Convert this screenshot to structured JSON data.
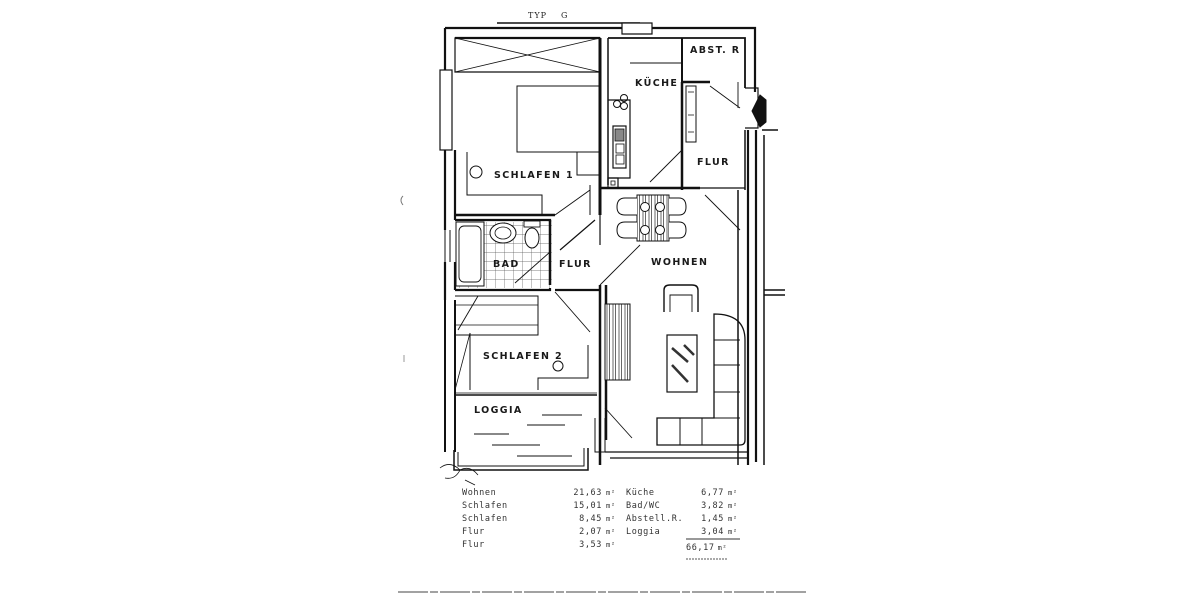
{
  "plan": {
    "title_prefix": "TYP",
    "title_type": "G",
    "rooms": [
      {
        "id": "schlafen1",
        "label": "SCHLAFEN 1"
      },
      {
        "id": "kueche",
        "label": "KÜCHE"
      },
      {
        "id": "abstellraum",
        "label": "ABST. R"
      },
      {
        "id": "flur_top",
        "label": "FLUR"
      },
      {
        "id": "bad",
        "label": "BAD"
      },
      {
        "id": "flur_mid",
        "label": "FLUR"
      },
      {
        "id": "wohnen",
        "label": "WOHNEN"
      },
      {
        "id": "schlafen2",
        "label": "SCHLAFEN 2"
      },
      {
        "id": "loggia",
        "label": "LOGGIA"
      }
    ]
  },
  "areas": {
    "left": [
      {
        "name": "Wohnen",
        "value": "21,63",
        "unit": "m²"
      },
      {
        "name": "Schlafen",
        "value": "15,01",
        "unit": "m²"
      },
      {
        "name": "Schlafen",
        "value": "8,45",
        "unit": "m²"
      },
      {
        "name": "Flur",
        "value": "2,07",
        "unit": "m²"
      },
      {
        "name": "Flur",
        "value": "3,53",
        "unit": "m²"
      }
    ],
    "right": [
      {
        "name": "Küche",
        "value": "6,77",
        "unit": "m²"
      },
      {
        "name": "Bad/WC",
        "value": "3,82",
        "unit": "m²"
      },
      {
        "name": "Abstell.R.",
        "value": "1,45",
        "unit": "m²"
      },
      {
        "name": "Loggia",
        "value": "3,04",
        "unit": "m²"
      }
    ],
    "total": {
      "value": "66,17",
      "unit": "m²"
    }
  }
}
